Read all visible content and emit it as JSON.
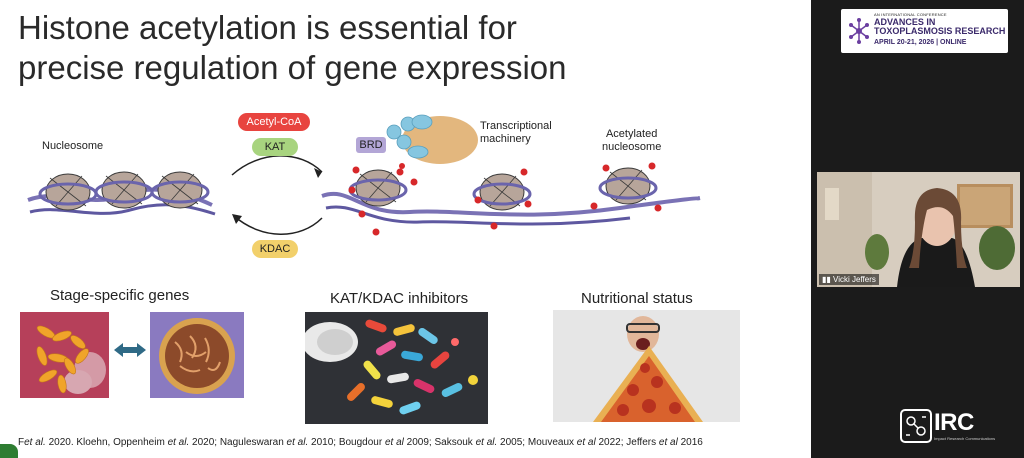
{
  "slide": {
    "title_line1": "Histone acetylation is essential for",
    "title_line2": "precise regulation of gene expression",
    "diagram": {
      "nucleosome_label": "Nucleosome",
      "acetyl_coa": "Acetyl-CoA",
      "kat": "KAT",
      "kdac": "KDAC",
      "brd": "BRD",
      "transcriptional_machinery_1": "Transcriptional",
      "transcriptional_machinery_2": "machinery",
      "acetylated_nucleosome_1": "Acetylated",
      "acetylated_nucleosome_2": "nucleosome"
    },
    "sections": {
      "stage_specific": "Stage-specific genes",
      "inhibitors": "KAT/KDAC inhibitors",
      "nutritional": "Nutritional status"
    },
    "refs": {
      "a": "F",
      "b": "et al.",
      "c": " 2020. Kloehn, Oppenheim ",
      "d": "et al.",
      "e": " 2020; Naguleswaran ",
      "f": "et al.",
      "g": " 2010; Bougdour ",
      "h": "et al",
      "i": " 2009; Saksouk ",
      "j": "et al.",
      "k": " 2005; Mouveaux ",
      "l": "et al",
      "m": " 2022; Jeffers ",
      "n": "et al",
      "o": " 2016"
    }
  },
  "conference": {
    "small": "AN INTERNATIONAL CONFERENCE",
    "name": "ADVANCES IN TOXOPLASMOSIS RESEARCH",
    "date": "APRIL 20-21, 2026 | ONLINE"
  },
  "video": {
    "participant_name": "Vicki Jeffers"
  },
  "brand": {
    "logo_text": "IRC",
    "logo_sub": "Impact Research Communications"
  },
  "colors": {
    "acetyl_coa": "#e8443f",
    "kat": "#a8d47f",
    "kdac": "#f2d06b",
    "brd": "#b3a6d6",
    "conference": "#3b2a6b"
  }
}
